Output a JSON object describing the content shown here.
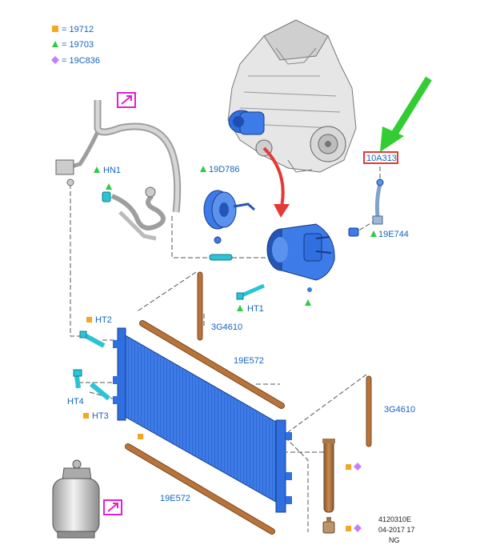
{
  "legend": [
    {
      "symbol": "square",
      "color": "#f5a623",
      "text": "= 19712"
    },
    {
      "symbol": "triangle",
      "color": "#2ecc40",
      "text": "= 19703"
    },
    {
      "symbol": "diamond",
      "color": "#c77dff",
      "text": "= 19C836"
    }
  ],
  "labels": {
    "hn1": "HN1",
    "p19d786": "19D786",
    "p10a313": "10A313",
    "p19e744": "19E744",
    "ht1": "HT1",
    "ht2": "HT2",
    "p3g4610_a": "3G4610",
    "p19e572_a": "19E572",
    "ht4": "HT4",
    "ht3": "HT3",
    "p3g4610_b": "3G4610",
    "p19e572_b": "19E572"
  },
  "footer": {
    "line1": "4120310E",
    "line2": "04-2017 17",
    "line3": "NG"
  },
  "colors": {
    "label_text": "#1565c0",
    "highlight_arrow": "#33cc33",
    "flow_arrow": "#e53935",
    "callout_box": "#e53935",
    "part_blue": "#2f6fe0",
    "rod_brown": "#b8733a",
    "external_link": "#e020d0"
  }
}
